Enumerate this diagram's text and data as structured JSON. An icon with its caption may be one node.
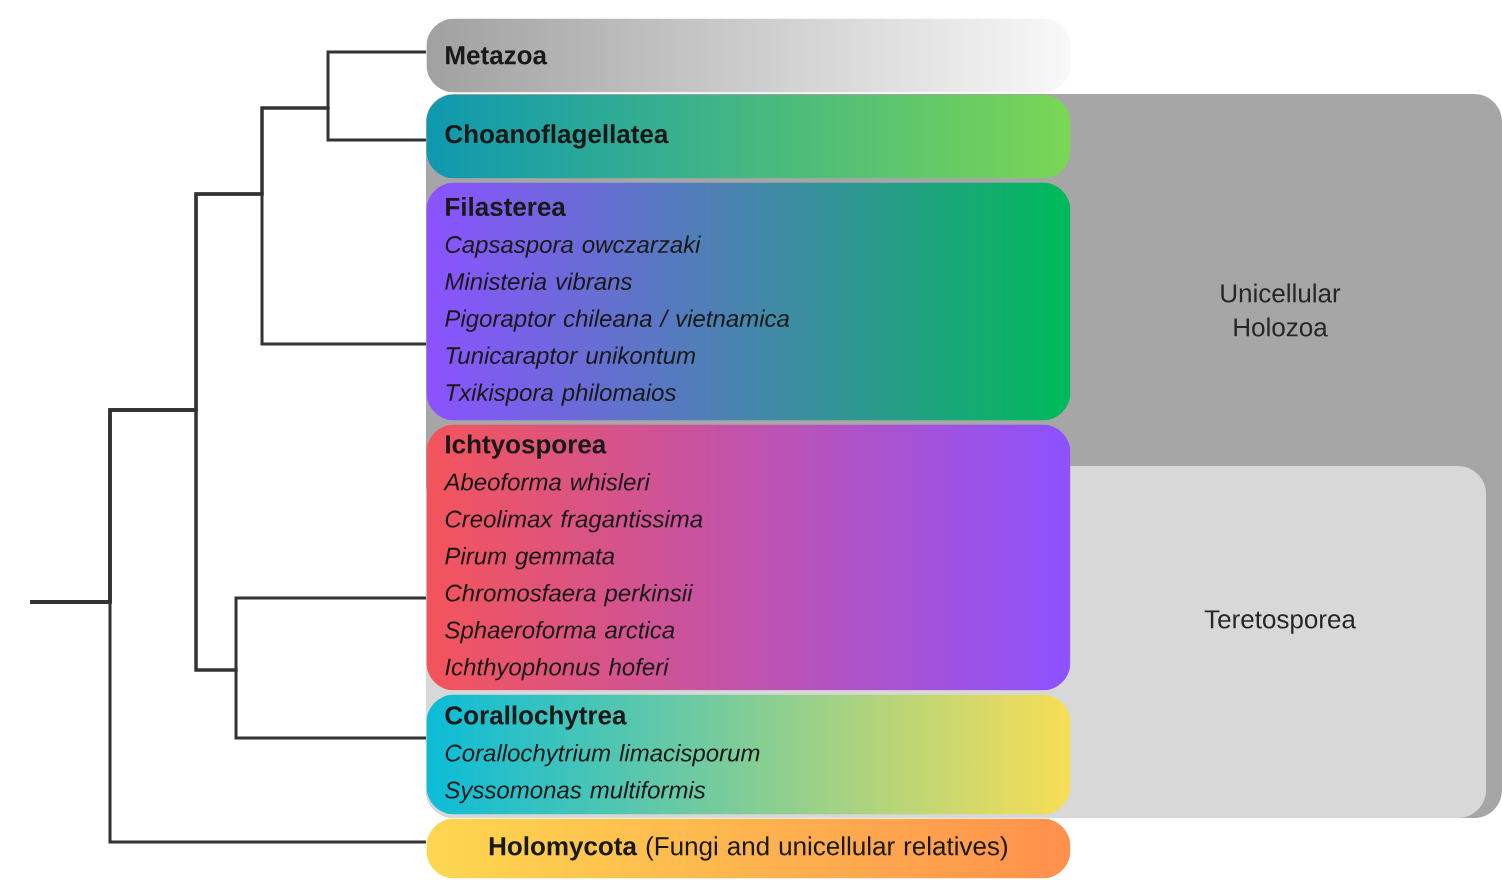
{
  "diagram": {
    "nodes": [
      {
        "text": [
          "Unicellular Holozoa"
        ]
      },
      {
        "text": [
          "Teretosporea"
        ],
        "in": 0
      },
      {
        "text": [
          "Metazoa"
        ]
      },
      {
        "text": [
          "Choanoflagellatea"
        ],
        "in": 0
      },
      {
        "text": [
          "Filasterea",
          "Capsaspora owczarzaki",
          "Ministeria vibrans",
          "Pigoraptor chileana / vietnamica",
          "Tunicaraptor unikontum",
          "Txikispora philomaios"
        ],
        "in": 0
      },
      {
        "text": [
          "Ichtyosporea",
          "Abeoforma whisleri",
          "Creolimax fragantissima",
          "Pirum gemmata",
          "Chromosfaera perkinsii",
          "Sphaeroforma arctica",
          "Ichthyophonus hoferi"
        ],
        "in": 1
      },
      {
        "text": [
          "Corallochytrea",
          "Corallochytrium limacisporum",
          "Syssomonas multiformis"
        ],
        "in": 1
      },
      {
        "text": [
          "**Holomycota** (Fungi and unicellular relatives)"
        ]
      }
    ],
    "edges": [
      {
        "from": null,
        "to": 2,
        "arrow": "none"
      },
      {
        "from": null,
        "to": 3,
        "arrow": "none"
      },
      {
        "from": null,
        "to": 4,
        "arrow": "none"
      },
      {
        "from": null,
        "to": 5,
        "arrow": "none"
      },
      {
        "from": null,
        "to": 6,
        "arrow": "none"
      },
      {
        "from": null,
        "to": 7,
        "arrow": "none"
      }
    ]
  }
}
